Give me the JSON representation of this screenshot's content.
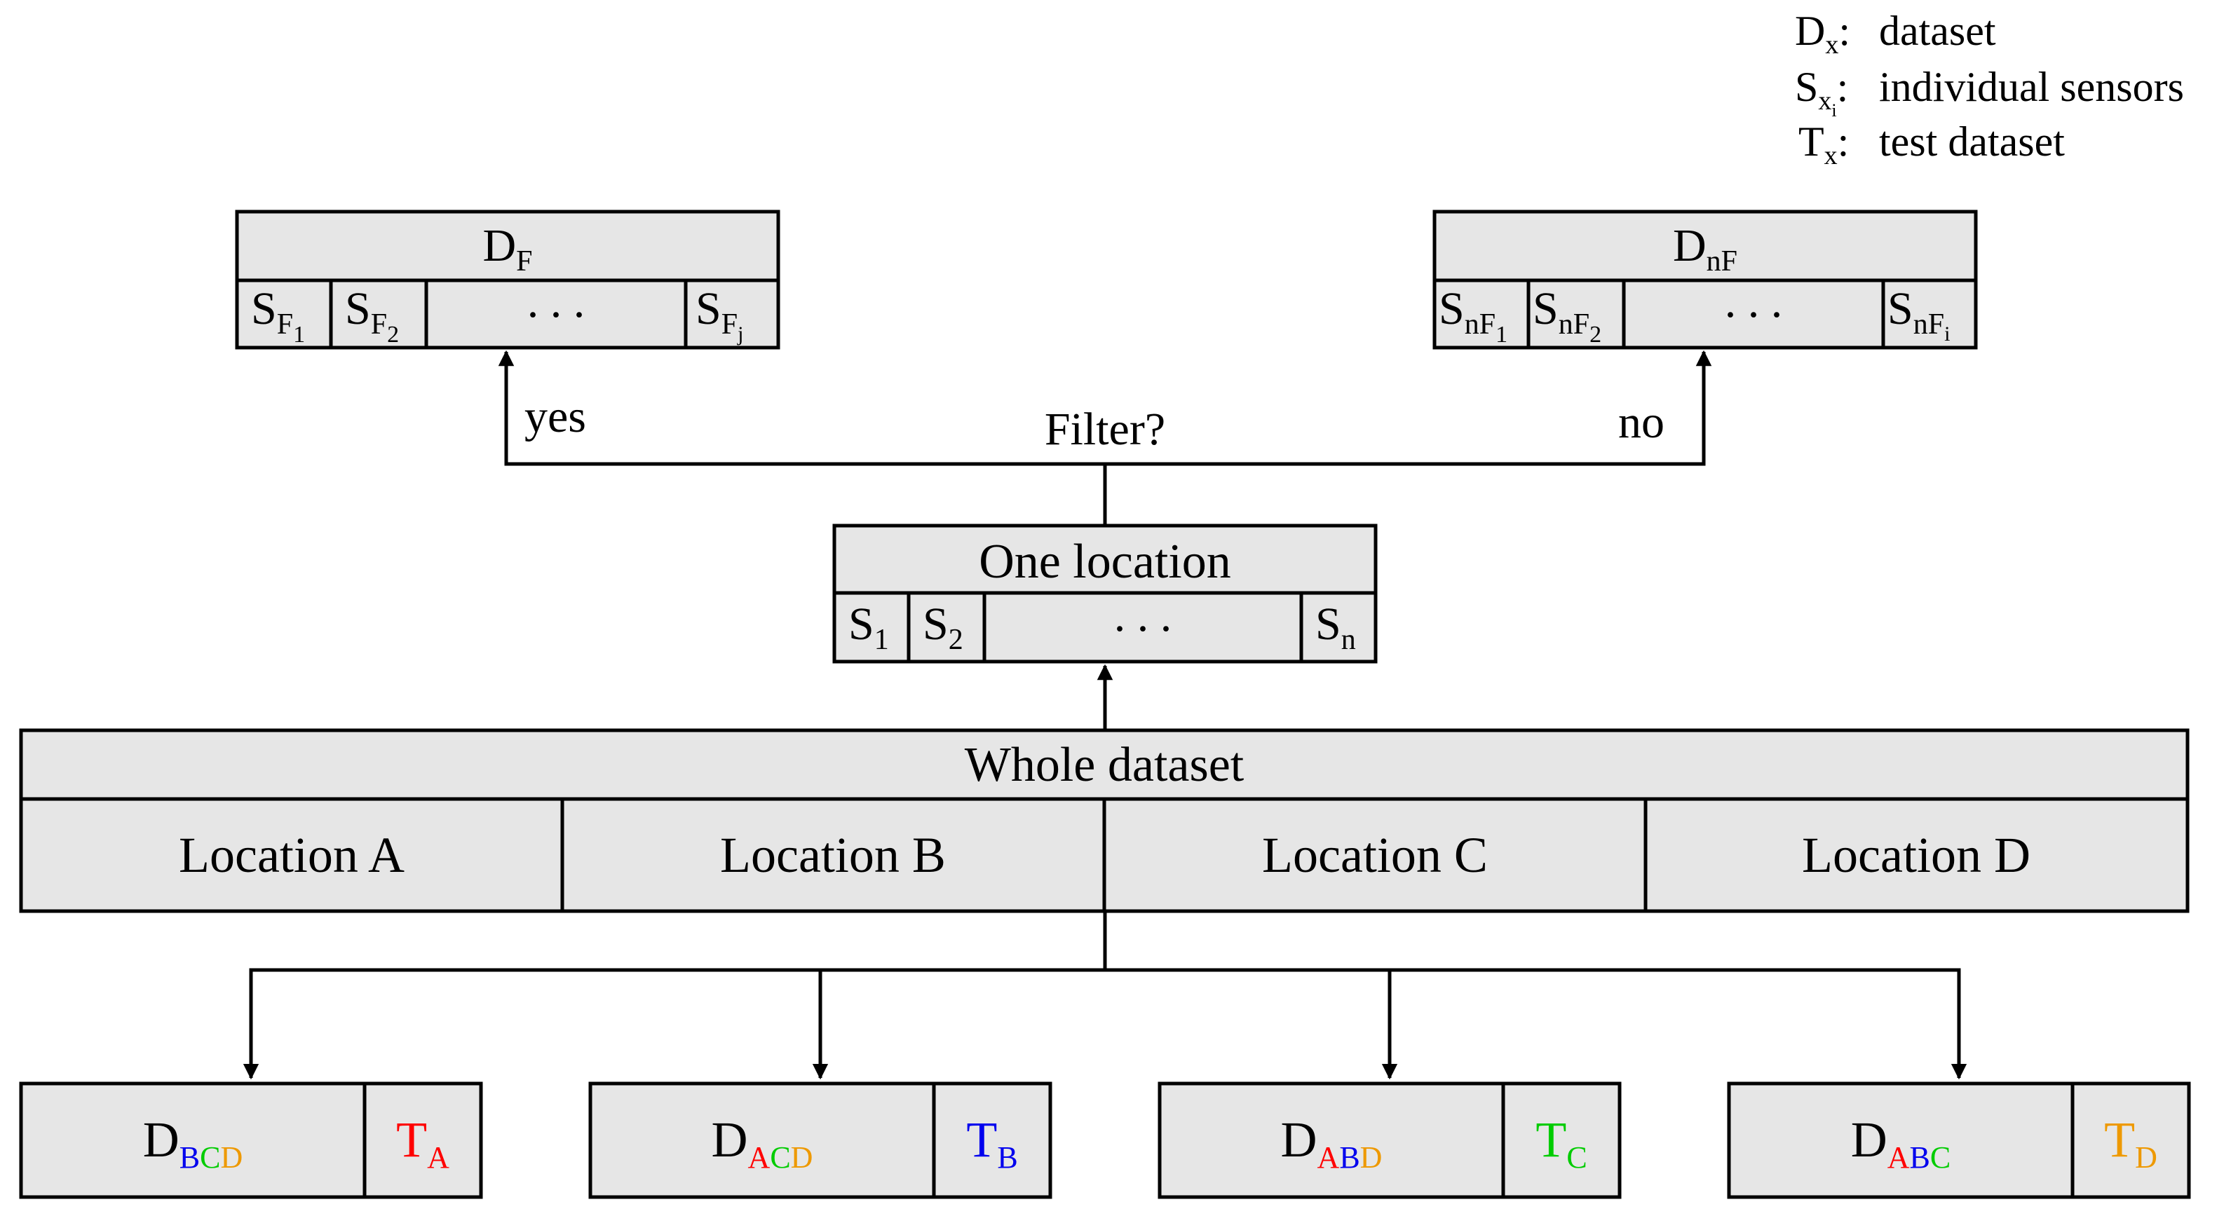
{
  "legend": {
    "dataset": {
      "main": "D",
      "sub": "x",
      "sep": ":",
      "desc": "dataset"
    },
    "sensors": {
      "main": "S",
      "sub": "x",
      "subsub": "i",
      "sep": ":",
      "desc": "individual sensors"
    },
    "test": {
      "main": "T",
      "sub": "x",
      "sep": ":",
      "desc": "test dataset"
    }
  },
  "filter": {
    "question": "Filter?",
    "yes": "yes",
    "no": "no"
  },
  "filtered_box": {
    "main": "D",
    "sub": "F",
    "cells": [
      {
        "main": "S",
        "sub": "F",
        "subsub": "1"
      },
      {
        "main": "S",
        "sub": "F",
        "subsub": "2"
      },
      {
        "ellipsis": ". . ."
      },
      {
        "main": "S",
        "sub": "F",
        "subsub": "j"
      }
    ]
  },
  "unfiltered_box": {
    "main": "D",
    "sub": "nF",
    "cells": [
      {
        "main": "S",
        "sub": "nF",
        "subsub": "1"
      },
      {
        "main": "S",
        "sub": "nF",
        "subsub": "2"
      },
      {
        "ellipsis": ". . ."
      },
      {
        "main": "S",
        "sub": "nF",
        "subsub": "i"
      }
    ]
  },
  "one_location": {
    "title": "One location",
    "cells": [
      {
        "main": "S",
        "sub": "1"
      },
      {
        "main": "S",
        "sub": "2"
      },
      {
        "ellipsis": ". . ."
      },
      {
        "main": "S",
        "sub": "n"
      }
    ]
  },
  "whole_dataset": {
    "title": "Whole dataset",
    "locations": [
      {
        "label": "Location A",
        "color": "#ff0000"
      },
      {
        "label": "Location B",
        "color": "#0000ee"
      },
      {
        "label": "Location C",
        "color": "#00cc00"
      },
      {
        "label": "Location D",
        "color": "#ee9900"
      }
    ]
  },
  "splits": [
    {
      "d_main": "D",
      "d_sub": [
        "B",
        "C",
        "D"
      ],
      "t_main": "T",
      "t_sub": "A"
    },
    {
      "d_main": "D",
      "d_sub": [
        "A",
        "C",
        "D"
      ],
      "t_main": "T",
      "t_sub": "B"
    },
    {
      "d_main": "D",
      "d_sub": [
        "A",
        "B",
        "D"
      ],
      "t_main": "T",
      "t_sub": "C"
    },
    {
      "d_main": "D",
      "d_sub": [
        "A",
        "B",
        "C"
      ],
      "t_main": "T",
      "t_sub": "D"
    }
  ],
  "colors": {
    "A": "#ff0000",
    "B": "#0000ee",
    "C": "#00cc00",
    "D": "#ee9900"
  }
}
